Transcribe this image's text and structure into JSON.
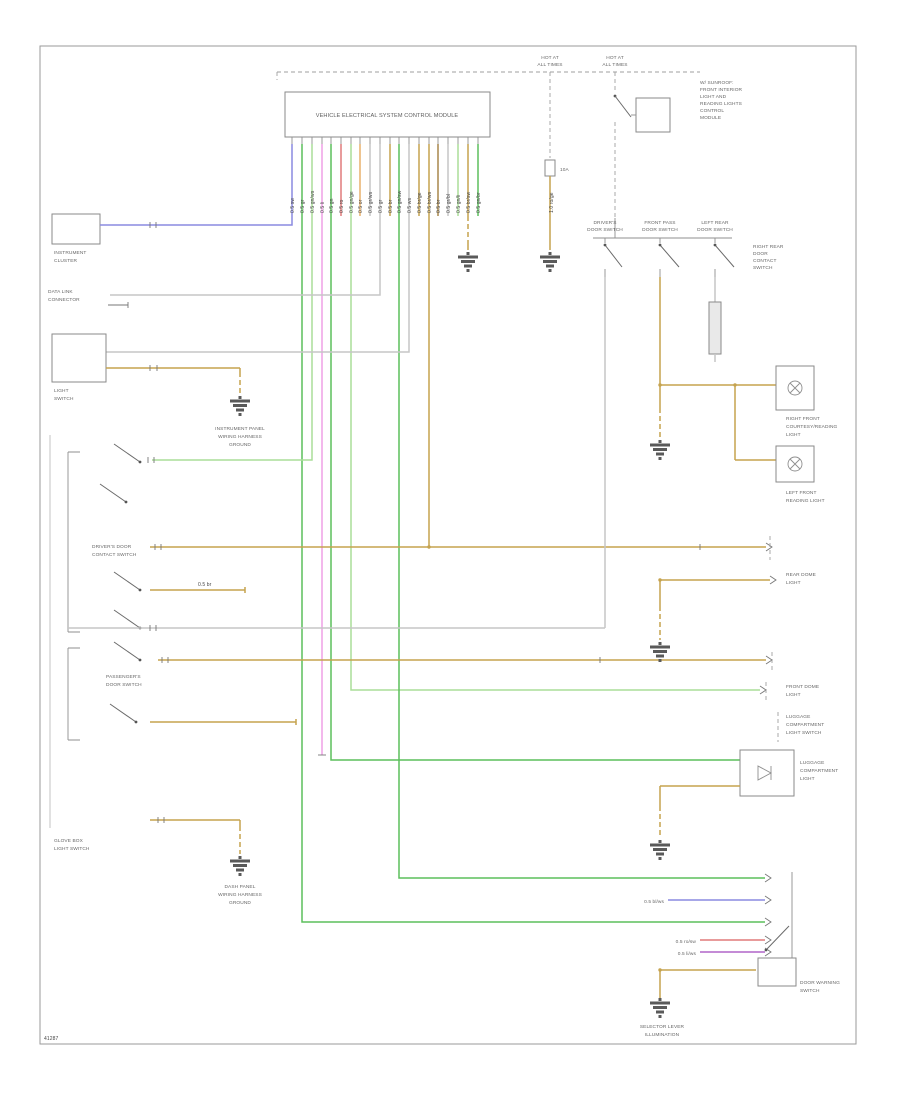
{
  "page": {
    "corner_id": "41287"
  },
  "colors": {
    "wire_blue": "#8a8ae0",
    "wire_green": "#5cbf5c",
    "wire_light_green": "#aadd99",
    "wire_magenta": "#efa0e6",
    "wire_red": "#e07a7a",
    "wire_orange": "#e8b06a",
    "wire_tan": "#c5a34f",
    "wire_purple": "#b065c8",
    "wire_gray": "#c6c6c6",
    "line": "#8f8f8f",
    "text": "#5c5c5c",
    "ground": "#5a5a5a",
    "background": "#ffffff"
  },
  "module": {
    "label": "VEHICLE ELECTRICAL SYSTEM CONTROL MODULE"
  },
  "top": {
    "hot_left": [
      "HOT AT",
      "ALL TIMES"
    ],
    "hot_right": [
      "HOT AT",
      "ALL TIMES"
    ],
    "fuse_label": "10A",
    "fuse_wire": "1.0 ro/ge",
    "note_block": [
      "W/ SUNROOF:",
      "FRONT INTERIOR",
      "LIGHT AND",
      "READING LIGHTS",
      "CONTROL",
      "MODULE"
    ],
    "door_switches": [
      [
        "DRIVER'S",
        "DOOR SWITCH"
      ],
      [
        "FRONT PASS",
        "DOOR SWITCH"
      ],
      [
        "LEFT REAR",
        "DOOR SWITCH"
      ]
    ],
    "note_block2": [
      "RIGHT REAR",
      "DOOR",
      "CONTACT",
      "SWITCH"
    ]
  },
  "left": {
    "instrument_cluster": [
      "INSTRUMENT",
      "CLUSTER"
    ],
    "dlc": [
      "DATA LINK",
      "CONNECTOR"
    ],
    "light_switch": [
      "LIGHT",
      "SWITCH"
    ],
    "ground1": [
      "INSTRUMENT PANEL",
      "WIRING HARNESS",
      "GROUND"
    ],
    "driver_door": [
      "DRIVER'S DOOR",
      "CONTACT SWITCH"
    ],
    "pass_door": [
      "PASSENGER'S",
      "DOOR SWITCH"
    ],
    "glove_box": [
      "GLOVE BOX",
      "LIGHT SWITCH"
    ],
    "ground2": [
      "DASH PANEL",
      "WIRING HARNESS",
      "GROUND"
    ],
    "door_wire_gauge": "0.5 br"
  },
  "right": {
    "lamp1": [
      "RIGHT FRONT",
      "COURTESY/READING",
      "LIGHT"
    ],
    "lamp2": [
      "LEFT FRONT",
      "READING LIGHT"
    ],
    "rear_dome": [
      "REAR DOME",
      "LIGHT"
    ],
    "front_dome": [
      "FRONT DOME",
      "LIGHT"
    ],
    "luggage_sw": [
      "LUGGAGE",
      "COMPARTMENT",
      "LIGHT SWITCH"
    ],
    "luggage_light": [
      "LUGGAGE",
      "COMPARTMENT",
      "LIGHT"
    ],
    "warn_sw": [
      "DOOR WARNING",
      "SWITCH"
    ],
    "selector": [
      "SELECTOR LEVER",
      "ILLUMINATION"
    ],
    "bottom_codes": {
      "blue": "0.5 bl/ws",
      "red": "0.5 ro/sw",
      "purple": "0.5 li/ws"
    }
  },
  "gauges": [
    "0.5 sw",
    "0.5 gr",
    "0.5 gn/ws",
    "0.5 li",
    "0.5 gn",
    "0.5 ro",
    "0.5 gn/ge",
    "0.5 or",
    "0.5 gr/ws",
    "0.5 gr",
    "0.5 br",
    "0.5 gn/sw",
    "0.5 ws",
    "0.5 br/ge",
    "0.5 br/ws",
    "0.5 br",
    "0.5 gr/bl",
    "0.5 gn/li",
    "0.5 br/sw",
    "0.5 gn/br"
  ]
}
